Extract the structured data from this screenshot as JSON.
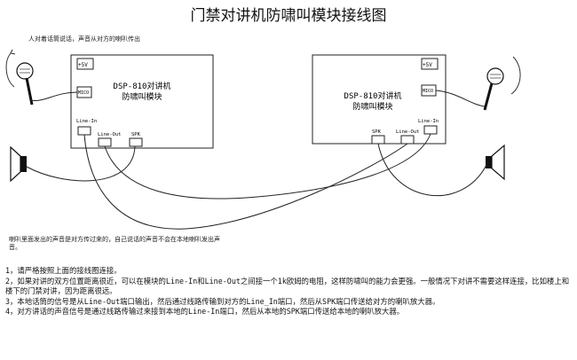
{
  "title": "门禁对讲机防啸叫模块接线图",
  "notes": {
    "top_left": "人对着话筒说话，声音从对方的喇叭传出",
    "speaker_left": "喇叭里面发出的声音是对方传过来的，自己说话的声音不会在本地喇叭发出声音。"
  },
  "modules": {
    "left": {
      "title_line1": "DSP-810对讲机",
      "title_line2": "防啸叫模块",
      "ports": {
        "power": "+5V",
        "mic": "MICO",
        "line_in": "Line-In",
        "line_out": "Line-Out",
        "spk": "SPK"
      }
    },
    "right": {
      "title_line1": "DSP-810对讲机",
      "title_line2": "防啸叫模块",
      "ports": {
        "power": "+5V",
        "mic": "MICO",
        "line_in": "Line-In",
        "line_out": "Line-Out",
        "spk": "SPK"
      }
    }
  },
  "instructions": [
    "1，请严格按照上面的接线图连接。",
    "2，如果对讲的双方位置距离很近，可以在模块的Line-In和Line-Out之间接一个1k欧姆的电阻，这样防啸叫的能力会更强。一般情况下对讲不需要这样连接，比如楼上和楼下的门禁对讲，因为距离很远。",
    "3，本地话筒的信号是从Line-Out端口输出，然后通过线路传输到对方的Line_In端口，然后从SPK端口传送给对方的喇叭放大器。",
    "4，对方讲话的声音信号是通过线路传输过来接到本地的Line-In端口，然后从本地的SPK端口传送给本地的喇叭放大器。"
  ]
}
